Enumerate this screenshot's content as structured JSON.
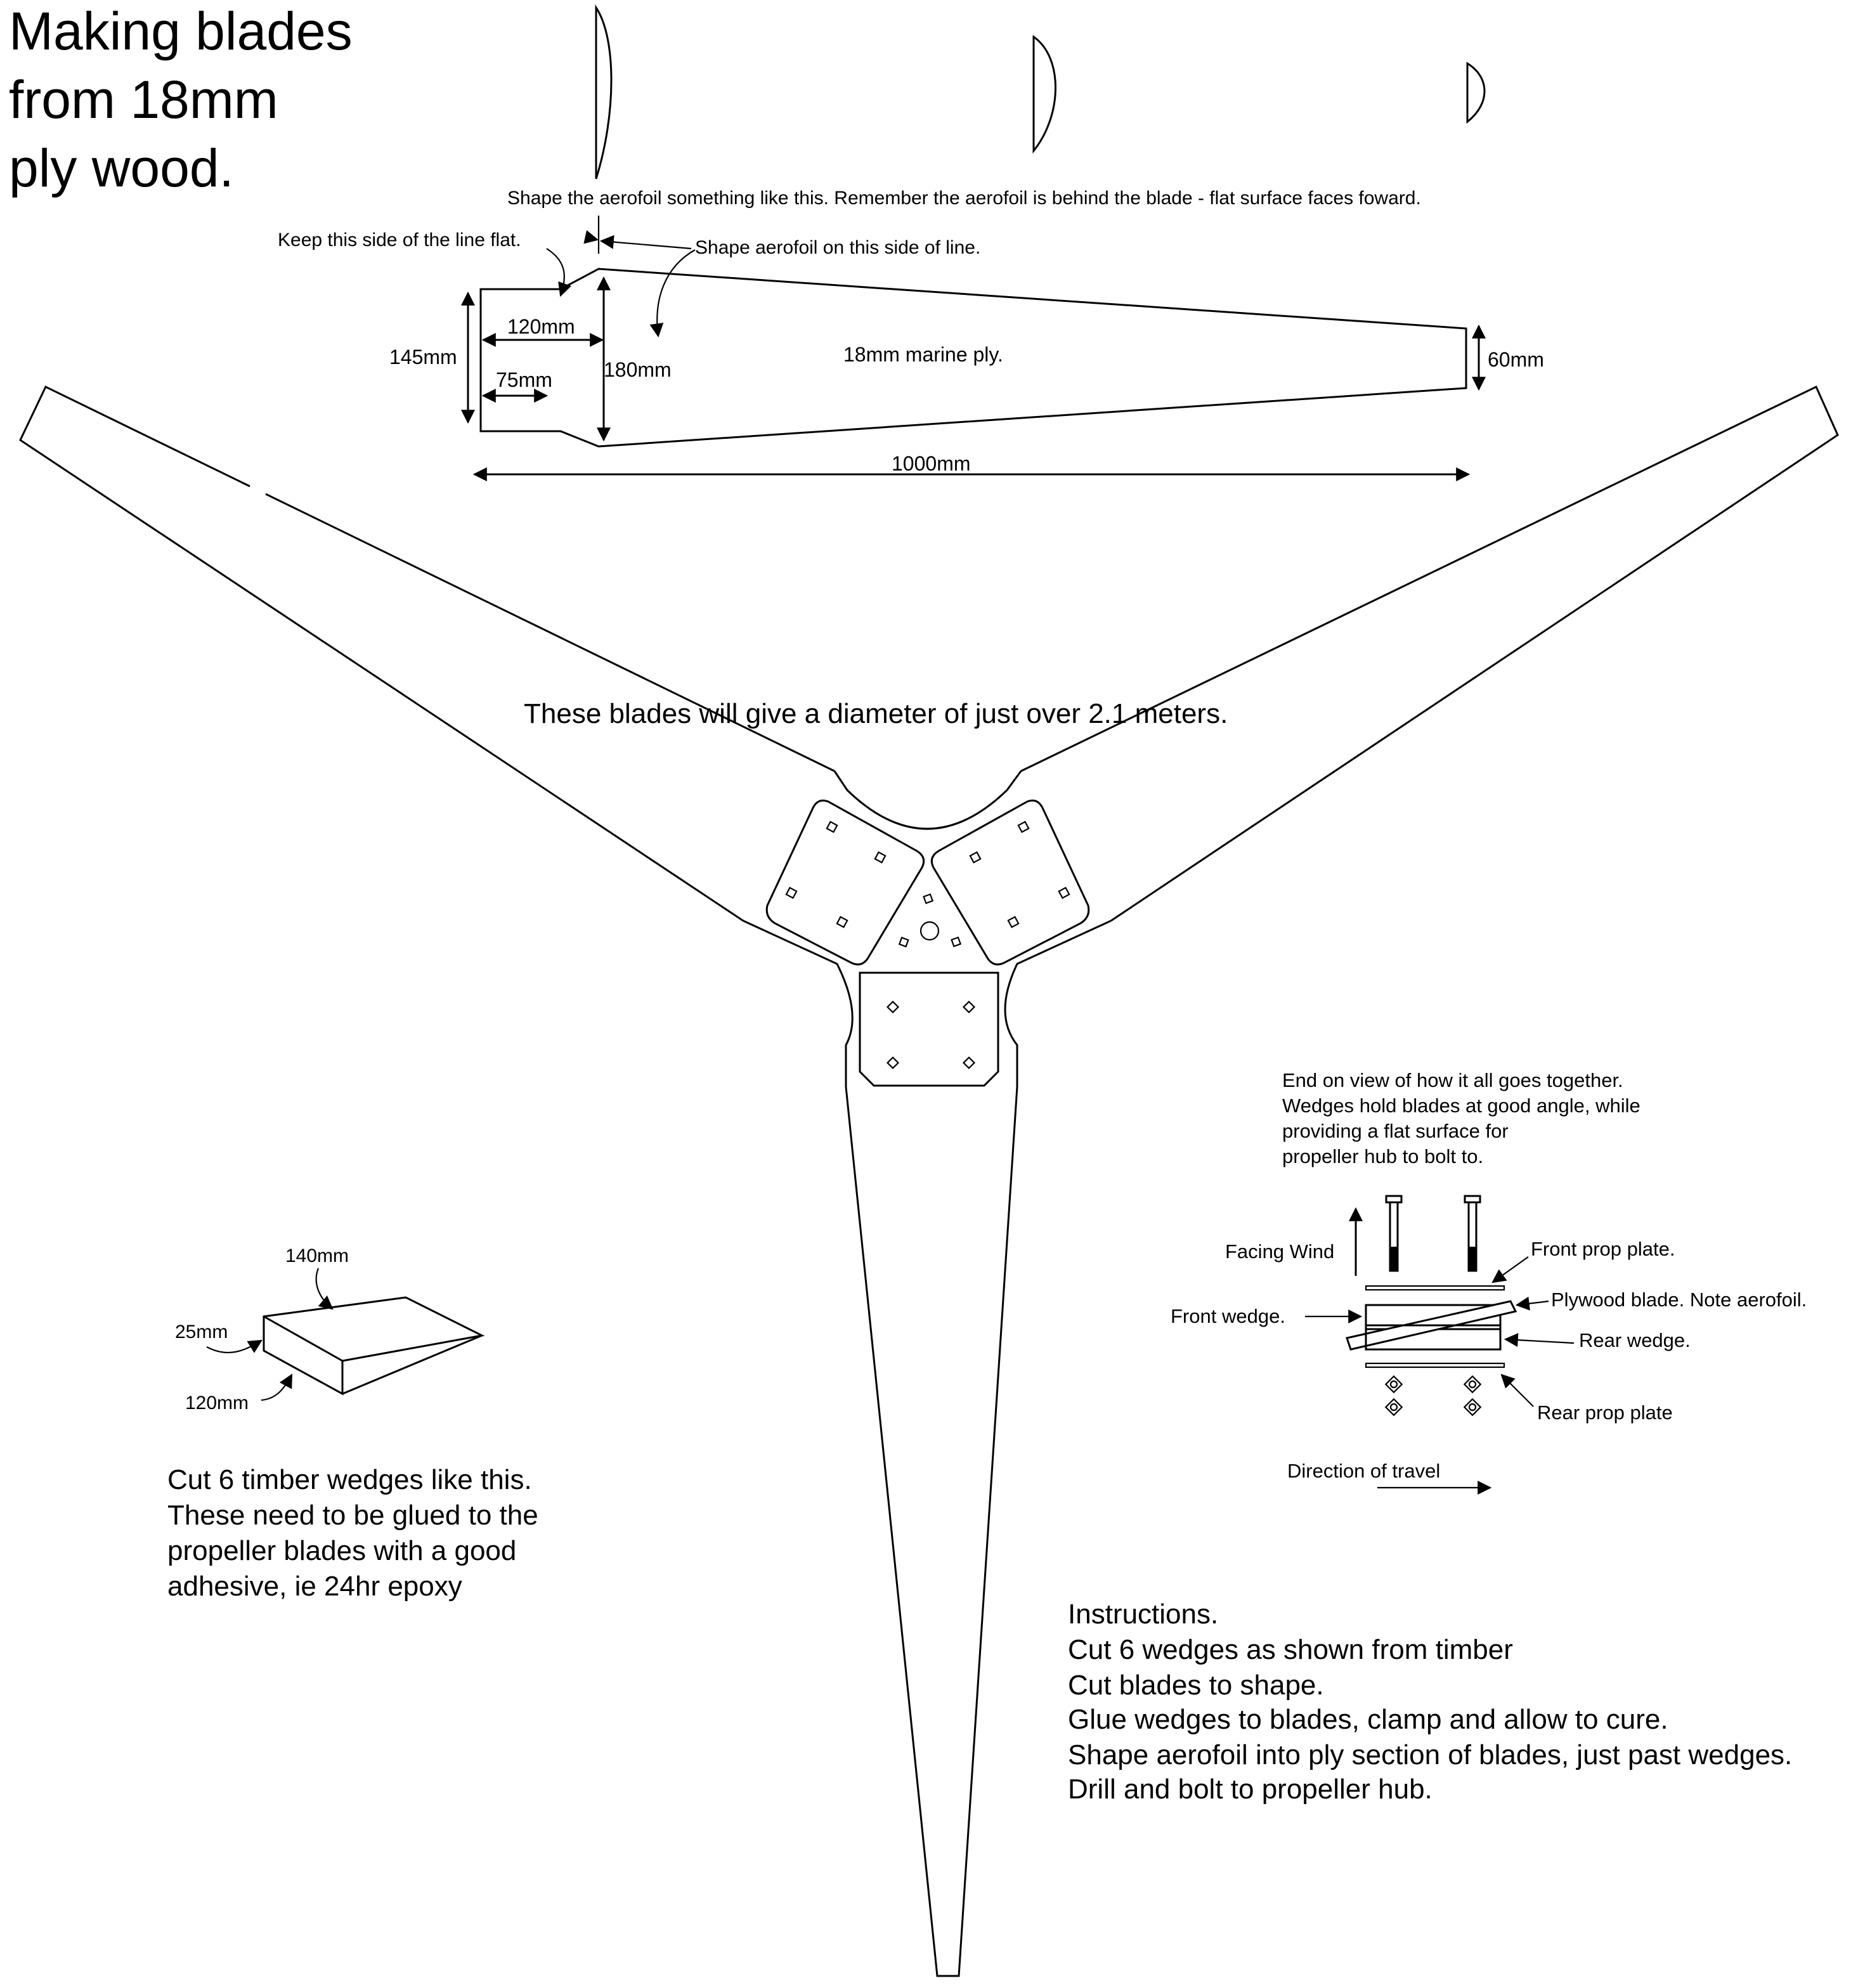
{
  "title": [
    "Making blades",
    "from 18mm",
    "ply wood."
  ],
  "aerofoil_note": "Shape the aerofoil something like this. Remember the aerofoil is behind the blade - flat surface faces foward.",
  "blade_template": {
    "flat_note": "Keep this side of the line flat.",
    "shape_note": "Shape aerofoil on this side of line.",
    "material": "18mm marine ply.",
    "dim_root": "145mm",
    "dim_120": "120mm",
    "dim_75": "75mm",
    "dim_180": "180mm",
    "dim_tip": "60mm",
    "dim_length": "1000mm"
  },
  "diameter_note": "These blades will give a diameter of just over 2.1 meters.",
  "wedge": {
    "dim_140": "140mm",
    "dim_25": "25mm",
    "dim_120": "120mm",
    "note": [
      "Cut 6 timber wedges like this.",
      "These need to be glued to the",
      "propeller blades with a good",
      "adhesive, ie 24hr epoxy"
    ]
  },
  "assembly": {
    "note": [
      "End on view of how it all goes together.",
      "Wedges hold blades at good angle, while",
      "providing a flat surface for",
      "propeller hub to bolt to."
    ],
    "facing_wind": "Facing Wind",
    "front_prop_plate": "Front prop plate.",
    "front_wedge": "Front wedge.",
    "plywood_blade": "Plywood blade. Note aerofoil.",
    "rear_wedge": "Rear wedge.",
    "rear_prop_plate": "Rear prop plate",
    "direction": "Direction of travel"
  },
  "instructions": [
    "Instructions.",
    "Cut 6 wedges as shown from timber",
    "Cut blades to shape.",
    "Glue wedges to blades, clamp and allow to cure.",
    "Shape aerofoil into ply section of blades, just past wedges.",
    "Drill and bolt to propeller hub."
  ]
}
